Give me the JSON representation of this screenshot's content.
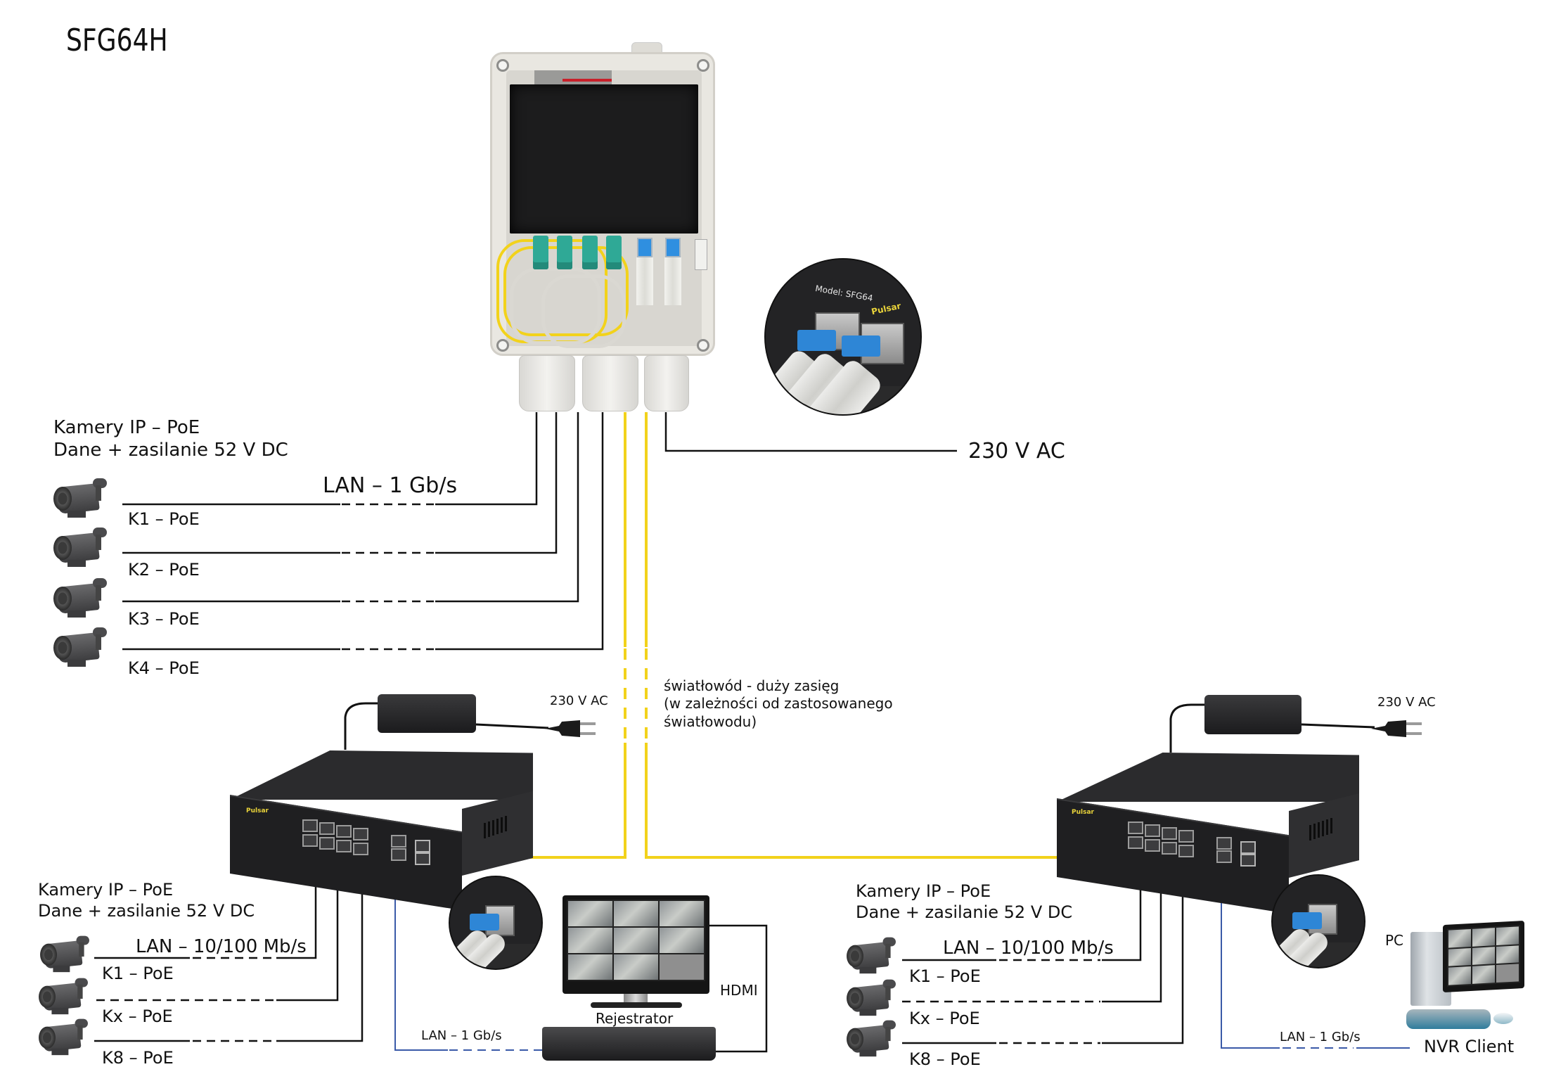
{
  "title": "SFG64H",
  "top_section": {
    "cameras_heading_line1": "Kamery IP – PoE",
    "cameras_heading_line2": "Dane + zasilanie 52 V DC",
    "lan_label": "LAN – 1 Gb/s",
    "cameras": [
      {
        "label": "K1 – PoE",
        "icon": "ip-camera-icon"
      },
      {
        "label": "K2 – PoE",
        "icon": "ip-camera-icon"
      },
      {
        "label": "K3 – PoE",
        "icon": "ip-camera-icon"
      },
      {
        "label": "K4 – PoE",
        "icon": "ip-camera-icon"
      }
    ],
    "power_label": "230 V AC",
    "device": "outdoor-enclosure-switch",
    "sfp_detail": {
      "model_text": "Model: SFG64",
      "brand_text": "Pulsar"
    }
  },
  "fiber_note": {
    "line1": "światłowód - duży zasięg",
    "line2": "(w zależności od zastosowanego",
    "line3": "światłowodu)"
  },
  "left_site": {
    "power_label": "230 V AC",
    "cameras_heading_line1": "Kamery IP – PoE",
    "cameras_heading_line2": "Dane + zasilanie 52 V DC",
    "lan_label": "LAN – 10/100 Mb/s",
    "cameras": [
      {
        "label": "K1 – PoE"
      },
      {
        "label": "Kx – PoE"
      },
      {
        "label": "K8 – PoE"
      }
    ],
    "uplink_label": "LAN – 1 Gb/s",
    "recorder_label": "Rejestrator",
    "hdmi_label": "HDMI",
    "switch_brand": "Pulsar"
  },
  "right_site": {
    "power_label": "230 V AC",
    "cameras_heading_line1": "Kamery IP – PoE",
    "cameras_heading_line2": "Dane + zasilanie 52 V DC",
    "lan_label": "LAN – 10/100 Mb/s",
    "cameras": [
      {
        "label": "K1 – PoE"
      },
      {
        "label": "Kx – PoE"
      },
      {
        "label": "K8 – PoE"
      }
    ],
    "uplink_label": "LAN – 1 Gb/s",
    "pc_label": "PC",
    "client_label": "NVR Client",
    "switch_brand": "Pulsar"
  },
  "colors": {
    "wire": "#111111",
    "fiber": "#f2d21b",
    "uplink": "#3a5aa8"
  }
}
